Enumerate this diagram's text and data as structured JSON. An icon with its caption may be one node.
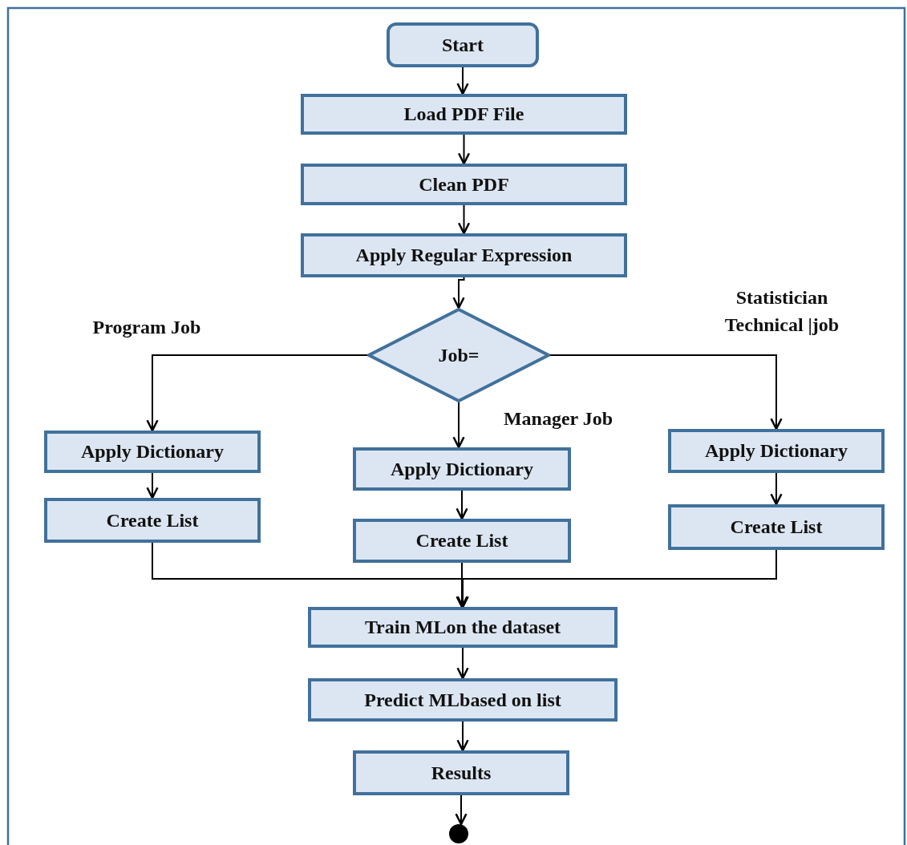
{
  "diagram": {
    "nodes": [
      {
        "text": [
          "Start"
        ]
      },
      {
        "text": [
          "Load PDF File"
        ]
      },
      {
        "text": [
          "Clean PDF"
        ]
      },
      {
        "text": [
          "Apply Regular Expression"
        ]
      },
      {
        "text": [
          "Job="
        ]
      },
      {
        "text": [
          "Apply Dictionary"
        ]
      },
      {
        "text": [
          "Create List"
        ]
      },
      {
        "text": [
          "Apply Dictionary"
        ]
      },
      {
        "text": [
          "Create List"
        ]
      },
      {
        "text": [
          "Apply Dictionary"
        ]
      },
      {
        "text": [
          "Create List"
        ]
      },
      {
        "text": [
          "Train MLon the dataset"
        ]
      },
      {
        "text": [
          "Predict MLbased on list"
        ]
      },
      {
        "text": [
          "Results"
        ]
      },
      {
        "text": [],
        "shape": "circle"
      }
    ],
    "edges": [
      {
        "from": 0,
        "to": 1,
        "arrow": "to"
      },
      {
        "from": 1,
        "to": 2,
        "arrow": "to"
      },
      {
        "from": 2,
        "to": 3,
        "arrow": "to"
      },
      {
        "from": 3,
        "to": 4,
        "arrow": "to"
      },
      {
        "from": 4,
        "to": 5,
        "arrow": "to",
        "label": "Program Job"
      },
      {
        "from": 4,
        "to": 7,
        "arrow": "to",
        "label": "Manager Job"
      },
      {
        "from": 4,
        "to": 9,
        "arrow": "to",
        "label": "Statistician Technical |job"
      },
      {
        "from": 5,
        "to": 6,
        "arrow": "to"
      },
      {
        "from": 7,
        "to": 8,
        "arrow": "to"
      },
      {
        "from": 9,
        "to": 10,
        "arrow": "to"
      },
      {
        "from": 6,
        "to": 11,
        "arrow": "to"
      },
      {
        "from": 8,
        "to": 11,
        "arrow": "to"
      },
      {
        "from": 10,
        "to": 11,
        "arrow": "to"
      },
      {
        "from": 11,
        "to": 12,
        "arrow": "to"
      },
      {
        "from": 12,
        "to": 13,
        "arrow": "to"
      },
      {
        "from": 13,
        "to": 14,
        "arrow": "to"
      }
    ]
  }
}
